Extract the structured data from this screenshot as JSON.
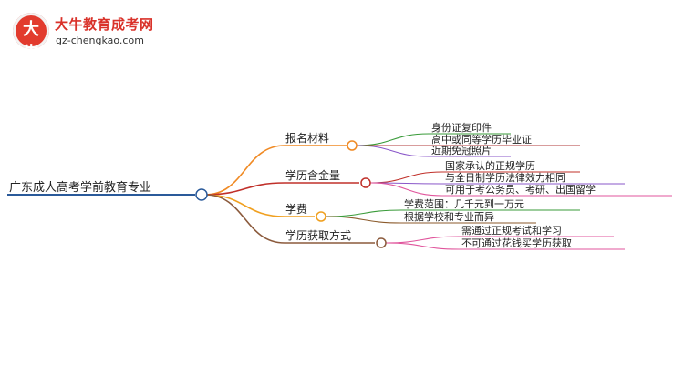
{
  "logo": {
    "title": "大牛教育成考网",
    "url": "gz-chengkao.com",
    "mark_text": "大牛"
  },
  "mindmap": {
    "root": "广东成人高考学前教育专业",
    "branches": [
      {
        "label": "报名材料",
        "color": "#f08a24",
        "children": [
          {
            "label": "身份证复印件",
            "color": "#3a9b3a"
          },
          {
            "label": "高中或同等学历毕业证",
            "color": "#b03a3a"
          },
          {
            "label": "近期免冠照片",
            "color": "#8a57c9"
          }
        ]
      },
      {
        "label": "学历含金量",
        "color": "#c0302a",
        "children": [
          {
            "label": "国家承认的正规学历",
            "color": "#c0302a"
          },
          {
            "label": "与全日制学历法律效力相同",
            "color": "#8a57c9"
          },
          {
            "label": "可用于考公务员、考研、出国留学",
            "color": "#e0559c"
          }
        ]
      },
      {
        "label": "学费",
        "color": "#f0a020",
        "children": [
          {
            "label": "学费范围：几千元到一万元",
            "color": "#3a9b3a"
          },
          {
            "label": "根据学校和专业而异",
            "color": "#8b5a2b"
          }
        ]
      },
      {
        "label": "学历获取方式",
        "color": "#8b5a3c",
        "children": [
          {
            "label": "需通过正规考试和学习",
            "color": "#e0559c"
          },
          {
            "label": "不可通过花钱买学历获取",
            "color": "#e0559c"
          }
        ]
      }
    ],
    "root_color": "#2a5a9a"
  }
}
